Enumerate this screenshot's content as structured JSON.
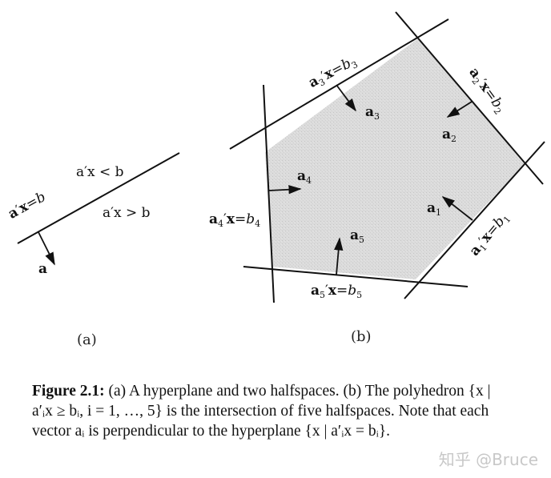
{
  "figure": {
    "panel_a": {
      "label": "(a)",
      "hyperplane_label": "a′x = b",
      "region_above": "a′x < b",
      "region_below": "a′x > b",
      "normal_vector": "a"
    },
    "panel_b": {
      "label": "(b)",
      "hyperplanes": [
        {
          "label": "a′₁x = b₁",
          "normal": "a₁"
        },
        {
          "label": "a′₂x = b₂",
          "normal": "a₂"
        },
        {
          "label": "a′₃x = b₃",
          "normal": "a₃"
        },
        {
          "label": "a′₄x = b₄",
          "normal": "a₄"
        },
        {
          "label": "a′₅x = b₅",
          "normal": "a₅"
        }
      ],
      "shading_color": "#d9d9d9"
    }
  },
  "caption": {
    "figure_number": "Figure 2.1:",
    "text": " (a) A hyperplane and two halfspaces. (b) The polyhedron {x | a′ᵢx ≥ bᵢ, i = 1, …, 5} is the intersection of five halfspaces. Note that each vector aᵢ is perpendicular to the hyperplane {x | a′ᵢx = bᵢ}."
  },
  "watermark": "知乎 @Bruce"
}
